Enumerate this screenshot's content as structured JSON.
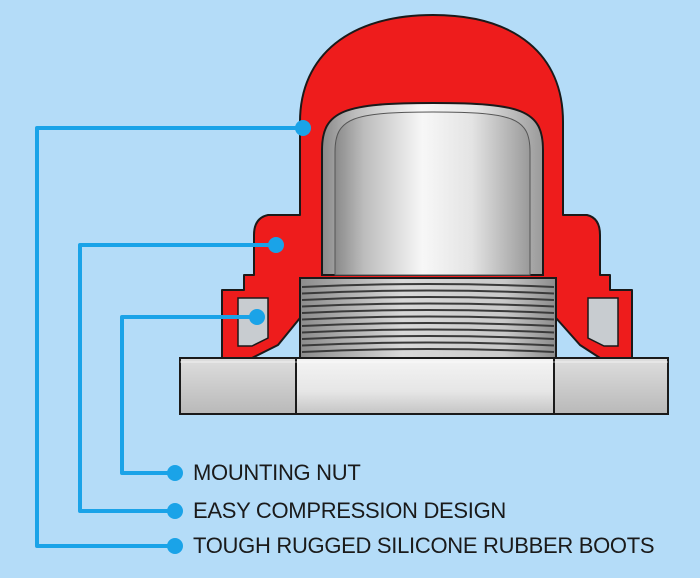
{
  "labels": {
    "mounting_nut": "MOUNTING NUT",
    "easy_compression": "EASY COMPRESSION DESIGN",
    "tough_boots": "TOUGH RUGGED SILICONE RUBBER BOOTS"
  },
  "colors": {
    "background": "#b4dcf8",
    "boot_red": "#ee1c1c",
    "leader_blue": "#1aa3e8",
    "metal_light": "#f2f2f2",
    "metal_dark": "#9a9a9a",
    "outline": "#1a1a1a"
  }
}
